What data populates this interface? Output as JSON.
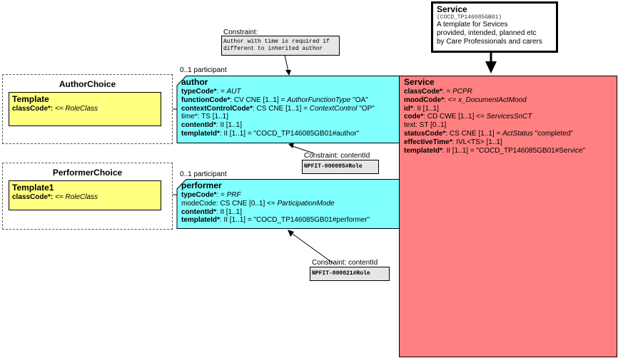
{
  "service_header": {
    "title": "Service",
    "code": "(COCD_TP146085GB01)",
    "description": [
      "A template for Sevices",
      "provided, intended, planned etc",
      "by Care Professionals and carers"
    ]
  },
  "author_choice": {
    "title": "AuthorChoice",
    "template_name": "Template",
    "class_code_label": "classCode*:",
    "class_code_value": "<= RoleClass"
  },
  "performer_choice": {
    "title": "PerformerChoice",
    "template_name": "Template1",
    "class_code_label": "classCode*:",
    "class_code_value": "<= RoleClass"
  },
  "author_constraint": {
    "label": "Constraint:",
    "text": [
      "Author with time is required if",
      "different to inherited author"
    ]
  },
  "author_contentid": {
    "label": "Constraint: contentId",
    "code": "NPFIT-000005#Role"
  },
  "performer_contentid": {
    "label": "Constraint: contentId",
    "code": "NPFIT-000021#Role"
  },
  "author_multiplicity": "0..1 participant",
  "performer_multiplicity": "0..1 participant",
  "author": {
    "name": "author",
    "attrs": [
      {
        "k": "typeCode*",
        "r": ": = ",
        "i": "AUT",
        "s": "",
        "b": true
      },
      {
        "k": "functionCode*",
        "r": ": CV CNE [1..1] = ",
        "i": "AuthorFunctionType",
        "s": " \"OA\"",
        "b": true
      },
      {
        "k": "contextControlCode*",
        "r": ": CS CNE [1..1] = ",
        "i": "ContextControl",
        "s": " \"OP\"",
        "b": true
      },
      {
        "k": "time*",
        "r": ": TS [1..1]",
        "i": "",
        "s": "",
        "b": false
      },
      {
        "k": "contentId*",
        "r": ": II [1..1]",
        "i": "",
        "s": "",
        "b": true
      },
      {
        "k": "templateId*",
        "r": ": II [1..1] = \"COCD_TP146085GB01#author\"",
        "i": "",
        "s": "",
        "b": true
      }
    ]
  },
  "performer": {
    "name": "performer",
    "attrs": [
      {
        "k": "typeCode*",
        "r": ": = ",
        "i": "PRF",
        "s": "",
        "b": true
      },
      {
        "k": "modeCode",
        "r": ": CS CNE [0..1] <= ",
        "i": "ParticipationMode",
        "s": "",
        "b": false
      },
      {
        "k": "contentId*",
        "r": ": II [1..1]",
        "i": "",
        "s": "",
        "b": true
      },
      {
        "k": "templateId*",
        "r": ": II [1..1] = \"COCD_TP146085GB01#performer\"",
        "i": "",
        "s": "",
        "b": true
      }
    ]
  },
  "service": {
    "name": "Service",
    "attrs": [
      {
        "k": "classCode*",
        "r": ": = ",
        "i": "PCPR",
        "s": "",
        "b": true
      },
      {
        "k": "moodCode*",
        "r": ": <= ",
        "i": "x_DocumentActMood",
        "s": "",
        "b": true
      },
      {
        "k": "id*",
        "r": ": II [1..1]",
        "i": "",
        "s": "",
        "b": true
      },
      {
        "k": "code*",
        "r": ": CD CWE [1..1] <= ",
        "i": "ServicesSnCT",
        "s": "",
        "b": true
      },
      {
        "k": "text",
        "r": ": ST [0..1]",
        "i": "",
        "s": "",
        "b": false
      },
      {
        "k": "statusCode*",
        "r": ": CS CNE [1..1] = ",
        "i": "ActStatus",
        "s": " \"completed\"",
        "b": true
      },
      {
        "k": "effectiveTime*",
        "r": ": IVL<TS> [1..1]",
        "i": "",
        "s": "",
        "b": true
      },
      {
        "k": "templateId*",
        "r": ": II [1..1] = \"COCD_TP146085GB01#Service\"",
        "i": "",
        "s": "",
        "b": true
      }
    ]
  },
  "colors": {
    "cyan": "#80ffff",
    "salmon": "#ff8080",
    "yellow": "#ffff80",
    "note": "#e6e6e6"
  }
}
